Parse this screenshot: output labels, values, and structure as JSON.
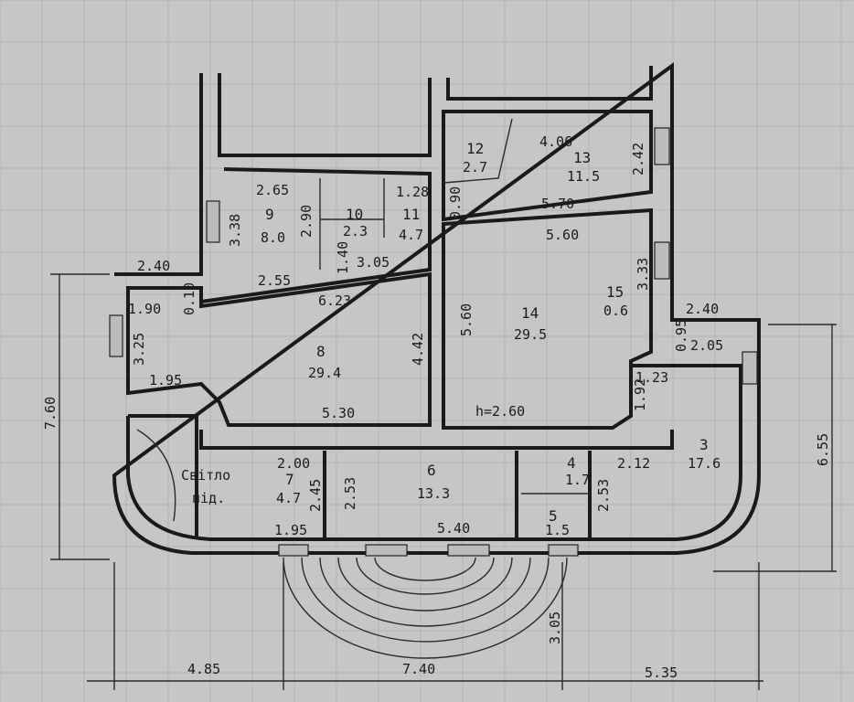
{
  "rooms": [
    {
      "id": "3",
      "area": "17.6"
    },
    {
      "id": "4",
      "area": "1.7"
    },
    {
      "id": "5",
      "area": "1.5"
    },
    {
      "id": "6",
      "area": "13.3"
    },
    {
      "id": "7",
      "area": "4.7"
    },
    {
      "id": "8",
      "area": "29.4"
    },
    {
      "id": "9",
      "area": "8.0"
    },
    {
      "id": "10",
      "area": "2.3"
    },
    {
      "id": "11",
      "area": "4.7"
    },
    {
      "id": "12",
      "area": "2.7"
    },
    {
      "id": "13",
      "area": "11.5"
    },
    {
      "id": "14",
      "area": "29.5"
    },
    {
      "id": "15",
      "area": "0.6"
    }
  ],
  "stair_label": {
    "line1": "Світло",
    "line2": "під."
  },
  "ceiling_height": "h=2.60",
  "dimensions": {
    "overall_left": "7.60",
    "overall_right": "6.55",
    "porch_depth": "3.05",
    "bottom_left": "4.85",
    "bottom_mid": "7.40",
    "bottom_right": "5.35",
    "d_2_40_left": "2.40",
    "d_1_90": "1.90",
    "d_0_10": "0.10",
    "d_3_25": "3.25",
    "d_1_95_a": "1.95",
    "d_6_23": "6.23",
    "d_4_42": "4.42",
    "d_5_30": "5.30",
    "d_2_65": "2.65",
    "d_3_38": "3.38",
    "d_2_90": "2.90",
    "d_2_55": "2.55",
    "d_1_40": "1.40",
    "d_3_05": "3.05",
    "d_1_28": "1.28",
    "d_0_90": "0.90",
    "d_4_06": "4.06",
    "d_2_42": "2.42",
    "d_5_70": "5.70",
    "d_5_60_h": "5.60",
    "d_5_60_v": "5.60",
    "d_3_33": "3.33",
    "d_2_40_right": "2.40",
    "d_0_95": "0.95",
    "d_2_05": "2.05",
    "d_1_23": "1.23",
    "d_1_92": "1.92",
    "d_2_00": "2.00",
    "d_2_45": "2.45",
    "d_2_53_a": "2.53",
    "d_1_95_b": "1.95",
    "d_5_40": "5.40",
    "d_2_12": "2.12",
    "d_2_53_b": "2.53"
  }
}
